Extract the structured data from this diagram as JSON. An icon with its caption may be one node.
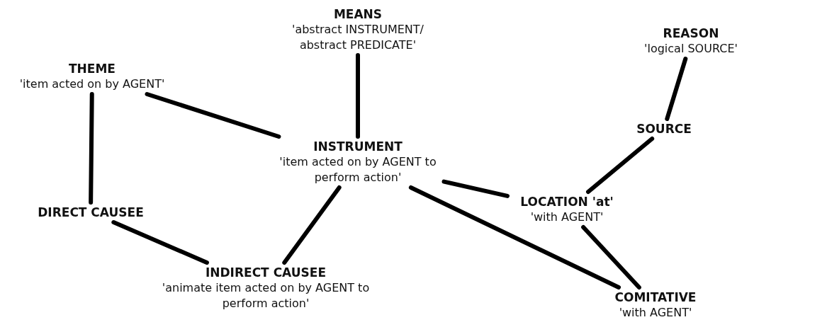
{
  "diagram": {
    "nodes": [
      {
        "text": [
          "MEANS",
          "'abstract INSTRUMENT/ abstract PREDICATE'"
        ]
      },
      {
        "text": [
          "REASON",
          "'logical SOURCE'"
        ]
      },
      {
        "text": [
          "THEME",
          "'item acted on by AGENT'"
        ]
      },
      {
        "text": [
          "SOURCE"
        ]
      },
      {
        "text": [
          "INSTRUMENT",
          "'item acted on by AGENT to perform action'"
        ]
      },
      {
        "text": [
          "DIRECT CAUSEE"
        ]
      },
      {
        "text": [
          "LOCATION 'at'",
          "'with AGENT'"
        ]
      },
      {
        "text": [
          "INDIRECT CAUSEE",
          "'animate item acted on by AGENT to perform action'"
        ]
      },
      {
        "text": [
          "COMITATIVE",
          "'with AGENT'"
        ]
      }
    ],
    "edges": [
      {
        "from": 0,
        "to": 4,
        "arrow": "none"
      },
      {
        "from": 1,
        "to": 3,
        "arrow": "none"
      },
      {
        "from": 2,
        "to": 4,
        "arrow": "none"
      },
      {
        "from": 2,
        "to": 5,
        "arrow": "none"
      },
      {
        "from": 3,
        "to": 6,
        "arrow": "none"
      },
      {
        "from": 4,
        "to": 6,
        "arrow": "none"
      },
      {
        "from": 4,
        "to": 7,
        "arrow": "none"
      },
      {
        "from": 4,
        "to": 8,
        "arrow": "none"
      },
      {
        "from": 6,
        "to": 8,
        "arrow": "none"
      },
      {
        "from": 5,
        "to": 7,
        "arrow": "none"
      }
    ]
  }
}
